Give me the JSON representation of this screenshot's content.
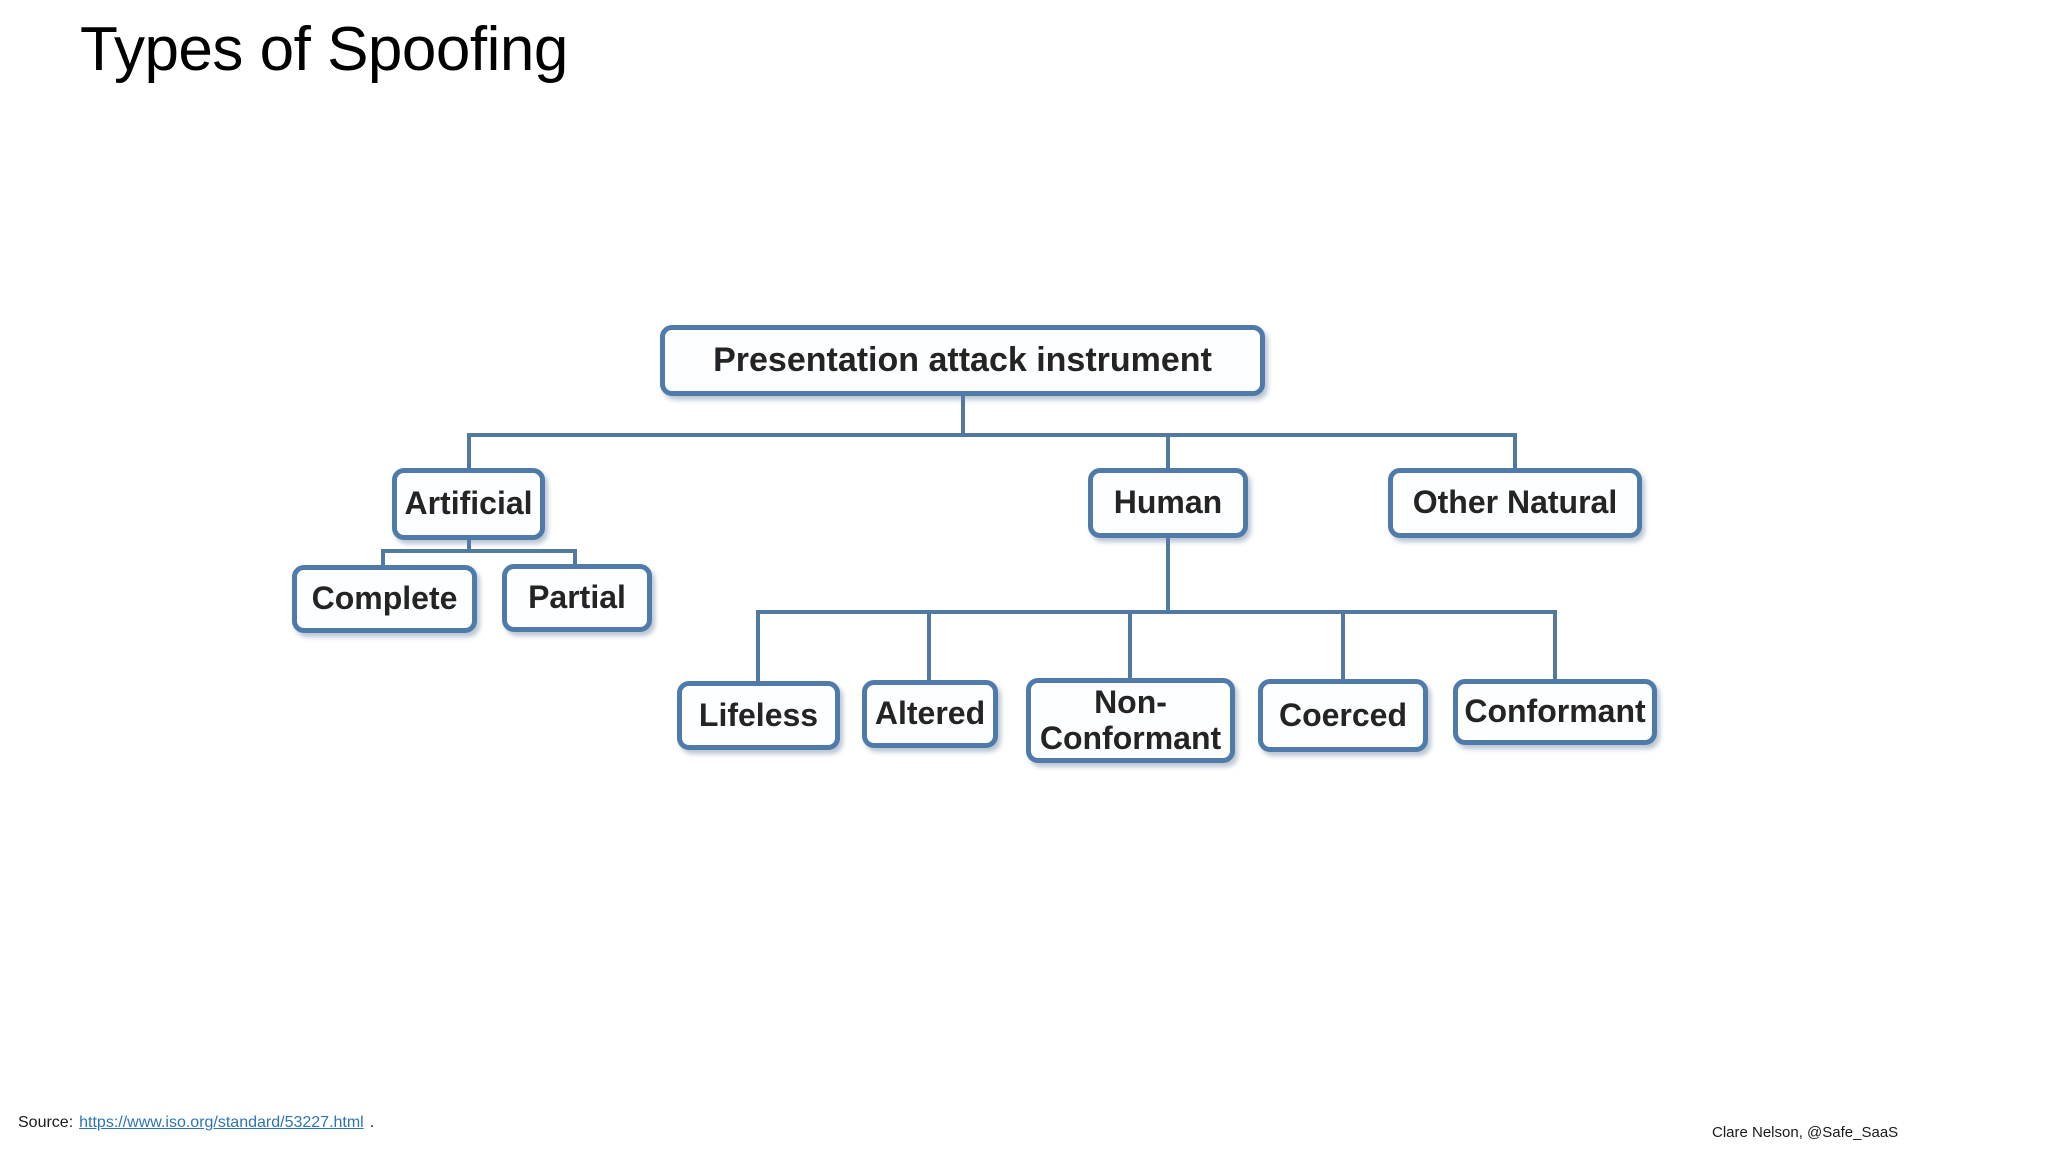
{
  "slide": {
    "title": "Types of Spoofing"
  },
  "diagram": {
    "nodes": {
      "root": "Presentation attack instrument",
      "artificial": "Artificial",
      "complete": "Complete",
      "partial": "Partial",
      "human": "Human",
      "lifeless": "Lifeless",
      "altered": "Altered",
      "non_conformant": "Non-\nConformant",
      "coerced": "Coerced",
      "conformant": "Conformant",
      "other_natural": "Other Natural"
    },
    "hierarchy": {
      "root": "Presentation attack instrument",
      "children": {
        "Artificial": [
          "Complete",
          "Partial"
        ],
        "Human": [
          "Lifeless",
          "Altered",
          "Non-Conformant",
          "Coerced",
          "Conformant"
        ],
        "Other Natural": []
      }
    },
    "colors": {
      "box_border": "#4e7ba9",
      "connector": "#52799f",
      "box_fill": "#fdfeff",
      "text": "#242424"
    }
  },
  "footer": {
    "source_label": "Source:",
    "source_url": "https://www.iso.org/standard/53227.html",
    "source_suffix": ".",
    "credit": "Clare Nelson, @Safe_SaaS"
  }
}
